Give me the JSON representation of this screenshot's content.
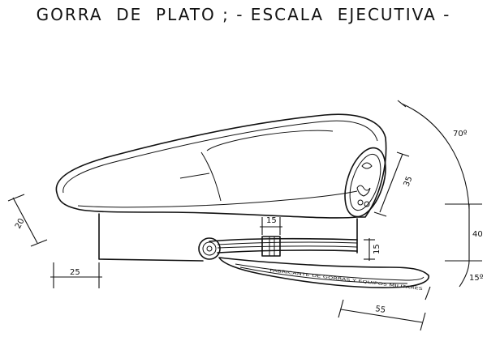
{
  "title": "GORRA  DE  PLATO ; - ESCALA  EJECUTIVA -",
  "dimensions": {
    "crown_height": "20",
    "band_front": "25",
    "strap_width": "15",
    "band_height": "15",
    "badge_length": "35",
    "front_height": "40",
    "angle_visor": "70º",
    "angle_bottom": "15º",
    "visor_length": "55"
  },
  "visor_band_text": "FABRICANTE DE GORRAS Y EQUIPOS MILITARES"
}
